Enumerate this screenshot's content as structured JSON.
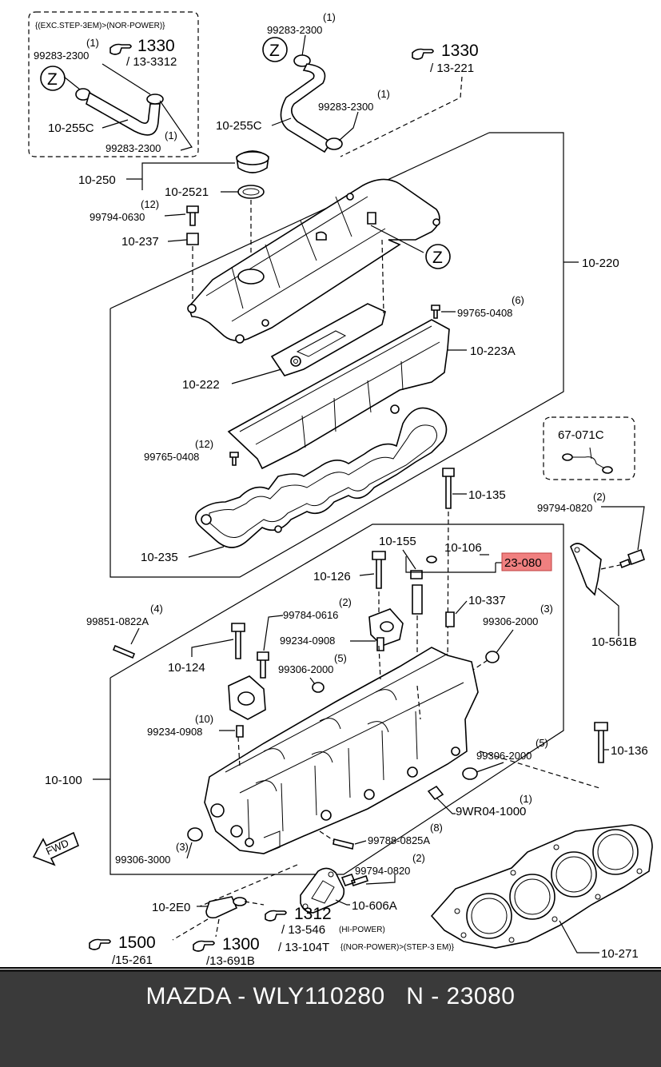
{
  "diagram": {
    "inset_top_note": "{(EXC.STEP-3EM)>(NOR-POWER)}",
    "qty_1": "(1)",
    "qty_2": "(2)",
    "qty_3": "(3)",
    "qty_4": "(4)",
    "qty_5": "(5)",
    "qty_6": "(6)",
    "qty_8": "(8)",
    "qty_10": "(10)",
    "qty_12": "(12)",
    "z": "Z",
    "p99283_2300": "99283-2300",
    "p1330": "1330",
    "p13_3312": "/ 13-3312",
    "p13_221": "/ 13-221",
    "p10_255C": "10-255C",
    "p10_250": "10-250",
    "p10_2521": "10-2521",
    "p99794_0630": "99794-0630",
    "p10_237": "10-237",
    "p10_220": "10-220",
    "p99765_0408": "99765-0408",
    "p10_223A": "10-223A",
    "p10_222": "10-222",
    "p10_235": "10-235",
    "p67_071C": "67-071C",
    "p99794_0820": "99794-0820",
    "p10_135": "10-135",
    "p10_155": "10-155",
    "p10_106": "10-106",
    "p23_080": "23-080",
    "p10_126": "10-126",
    "p10_337": "10-337",
    "p99306_2000": "99306-2000",
    "p10_561B": "10-561B",
    "p99851_0822A": "99851-0822A",
    "p99784_0616": "99784-0616",
    "p99234_0908": "99234-0908",
    "p10_124": "10-124",
    "p10_136": "10-136",
    "p10_100": "10-100",
    "p9WR04_1000": "9WR04-1000",
    "p99306_3000": "99306-3000",
    "p99788_0825A": "99788-0825A",
    "p10_606A": "10-606A",
    "p10_2E0": "10-2E0",
    "p1312": "1312",
    "p13_546": "/ 13-546",
    "hi_power": "(HI-POWER)",
    "p13_104T": "/ 13-104T",
    "nor_step_note": "{(NOR-POWER)>(STEP-3 EM)}",
    "p1500": "1500",
    "p15_261": "/15-261",
    "p1300": "1300",
    "p13_691B": "/13-691B",
    "p10_271": "10-271",
    "fwd": "FWD"
  },
  "highlight_color": "#f08080",
  "footer": {
    "text": "MAZDA - WLY110280   N - 23080"
  }
}
